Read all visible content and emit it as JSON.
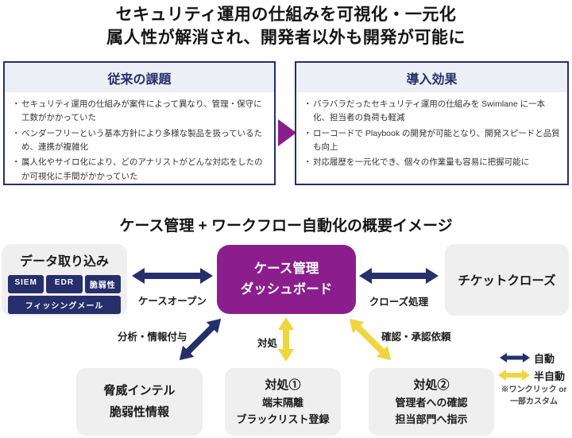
{
  "header": {
    "title_line1": "セキュリティ運用の仕組みを可視化・一元化",
    "title_line2": "属人性が解消され、開発者以外も開発が可能に"
  },
  "comparison": {
    "before": {
      "title": "従来の課題",
      "bullets": [
        "セキュリティ運用の仕組みが案件によって異なり、管理・保守に工数がかかっていた",
        "ベンダーフリーという基本方針により多様な製品を扱っているため、連携が複雑化",
        "属人化やサイロ化により、どのアナリストがどんな対応をしたのか可視化に手間がかかっていた"
      ]
    },
    "after": {
      "title": "導入効果",
      "bullets": [
        "バラバラだったセキュリティ運用の仕組みを Swimlane に一本化、担当者の負荷も軽減",
        "ローコードで Playbook の開発が可能となり、開発スピードと品質も向上",
        "対応履歴を一元化でき、個々の作業量も容易に把握可能に"
      ]
    }
  },
  "diagram": {
    "title": "ケース管理 + ワークフロー自動化の概要イメージ",
    "data_ingest": {
      "title": "データ取り込み",
      "tags_row1": [
        "SIEM",
        "EDR",
        "脆弱性"
      ],
      "tags_row2": [
        "フィッシングメール"
      ]
    },
    "case_dashboard": {
      "line1": "ケース管理",
      "line2": "ダッシュボード"
    },
    "ticket_close": {
      "label": "チケットクローズ"
    },
    "arrows": {
      "case_open": "ケースオープン",
      "close_process": "クローズ処理",
      "analysis": "分析・情報付与",
      "action": "対処",
      "confirm": "確認・承認依頼"
    },
    "bottom_boxes": [
      {
        "lines": [
          "脅威インテル",
          "脆弱性情報"
        ]
      },
      {
        "lines": [
          "対処①",
          "端末隔離",
          "ブラックリスト登録"
        ]
      },
      {
        "lines": [
          "対処②",
          "管理者への確認",
          "担当部門へ指示"
        ]
      }
    ],
    "legend": {
      "auto": "自動",
      "semi_auto": "半自動",
      "note_line1": "※ワンクリック or",
      "note_line2": "一部カスタム"
    }
  },
  "colors": {
    "navy": "#272f6b",
    "purple": "#8b1e8c",
    "yellow": "#efd63e",
    "box_gray": "#efefef",
    "card_header_gray": "#edeff6"
  }
}
